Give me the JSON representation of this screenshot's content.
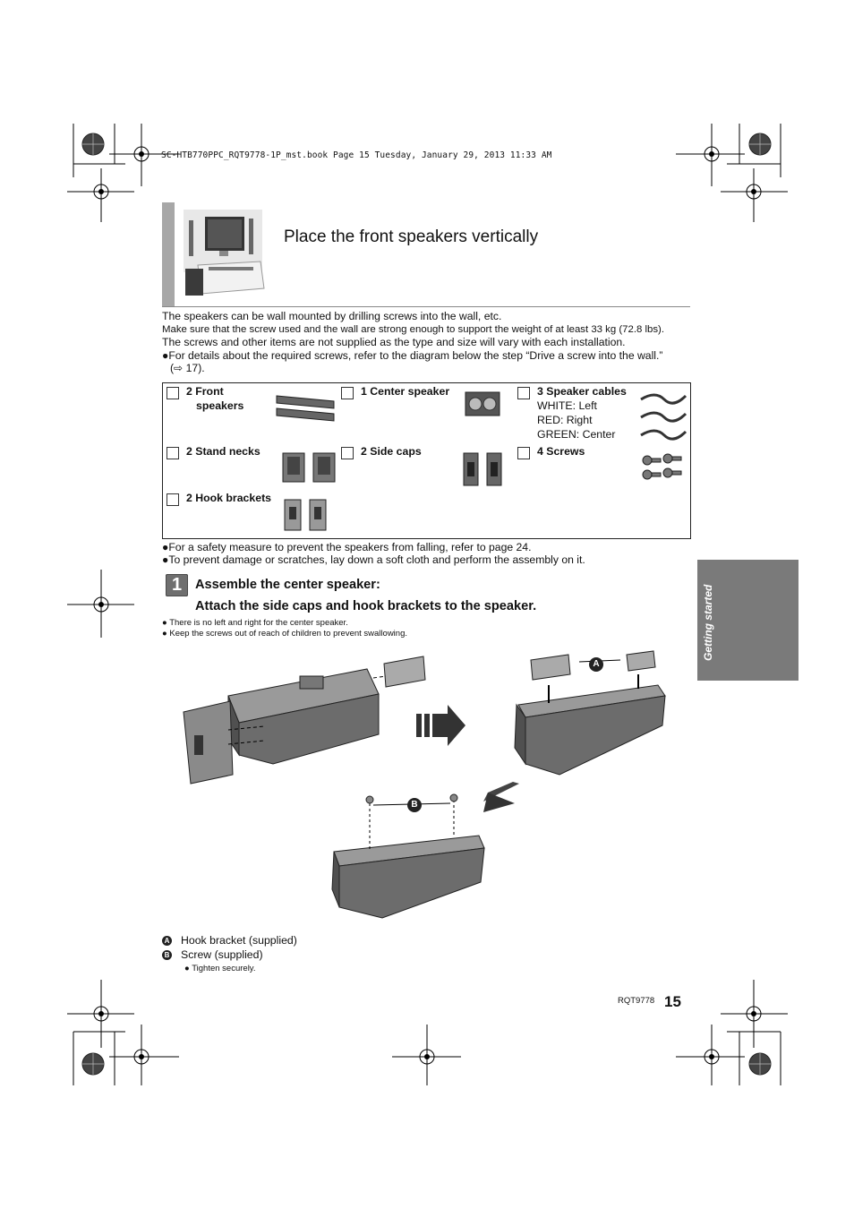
{
  "file_header": "SC-HTB770PPC_RQT9778-1P_mst.book  Page 15  Tuesday, January 29, 2013  11:33 AM",
  "page_title": "Place the front speakers vertically",
  "intro": {
    "line1": "The speakers can be wall mounted by drilling screws into the wall, etc.",
    "line2": "Make sure that the screw used and the wall are strong enough to support the weight of at least 33 kg (72.8 lbs).",
    "line3": "The screws and other items are not supplied as the type and size will vary with each installation.",
    "line4": "●For details about the required screws, refer to the diagram below the step “Drive a screw into the wall.”",
    "line5": "(⇨ 17)."
  },
  "parts": [
    {
      "label": "2 Front",
      "label2": "speakers"
    },
    {
      "label": "1 Center speaker"
    },
    {
      "label": "3 Speaker cables",
      "desc1": "WHITE: Left",
      "desc2": "RED: Right",
      "desc3": "GREEN: Center"
    },
    {
      "label": "2 Stand necks"
    },
    {
      "label": "2 Side caps"
    },
    {
      "label": "4 Screws"
    },
    {
      "label": "2 Hook brackets"
    }
  ],
  "notes": {
    "n1": "●For a safety measure to prevent the speakers from falling, refer to page 24.",
    "n2": "●To prevent damage or scratches, lay down a soft cloth and perform the assembly on it."
  },
  "step": {
    "number": "1",
    "heading1": "Assemble the center speaker:",
    "heading2": "Attach the side caps and hook brackets to the speaker.",
    "bullet1": "●  There is no left and right for the center speaker.",
    "bullet2": "●  Keep the screws out of reach of children to prevent swallowing."
  },
  "side_tab": "Getting started",
  "callouts": {
    "a": "A",
    "b": "B"
  },
  "legend": {
    "a_letter": "A",
    "a_text": "Hook bracket (supplied)",
    "b_letter": "B",
    "b_text": "Screw (supplied)",
    "b_note": "●  Tighten securely."
  },
  "footer": {
    "code": "RQT9778",
    "page": "15"
  }
}
